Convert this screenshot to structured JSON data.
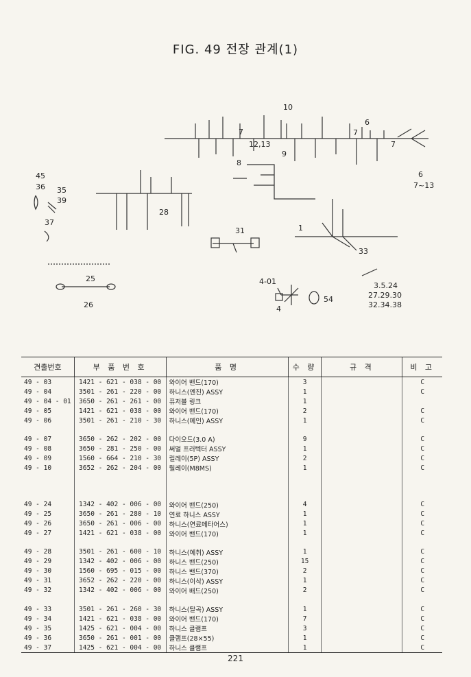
{
  "title": "FIG. 49 전장 관계(1)",
  "diagram_labels": [
    "10",
    "7",
    "6",
    "7",
    "7",
    "12,13",
    "9",
    "45",
    "36",
    "35",
    "39",
    "8",
    "28",
    "37",
    "31",
    "1",
    "33",
    "6",
    "7~13",
    "25",
    "26",
    "4-01",
    "4",
    "54",
    "3.5.24",
    "27.29.30",
    "32.34.38"
  ],
  "table": {
    "headers": {
      "no": "견출번호",
      "part": "부 품 번 호",
      "name": "품 명",
      "qty": "수 량",
      "spec": "규 격",
      "note": "비 고"
    },
    "rows": [
      {
        "no": "49 - 03",
        "part": "1421 - 621 - 038 - 00",
        "name": "와이어 밴드(170)",
        "qty": "3",
        "note": "C"
      },
      {
        "no": "49 - 04",
        "part": "3501 - 261 - 220 - 00",
        "name": "하니스(엔진) ASSY",
        "qty": "1",
        "note": "C"
      },
      {
        "no": "49 - 04 - 01",
        "part": "3650 - 261 - 261 - 00",
        "name": "퓨저블 링크",
        "qty": "1",
        "note": ""
      },
      {
        "no": "49 - 05",
        "part": "1421 - 621 - 038 - 00",
        "name": "와이어 밴드(170)",
        "qty": "2",
        "note": "C"
      },
      {
        "no": "49 - 06",
        "part": "3501 - 261 - 210 - 30",
        "name": "하니스(메인) ASSY",
        "qty": "1",
        "note": "C"
      },
      {
        "gap": true
      },
      {
        "no": "49 - 07",
        "part": "3650 - 262 - 202 - 00",
        "name": "다이오드(3.0 A)",
        "qty": "9",
        "note": "C"
      },
      {
        "no": "49 - 08",
        "part": "3650 - 281 - 250 - 00",
        "name": "써멀 프러텍터 ASSY",
        "qty": "1",
        "note": "C"
      },
      {
        "no": "49 - 09",
        "part": "1560 - 664 - 210 - 30",
        "name": "릴레이(5P) ASSY",
        "qty": "2",
        "note": "C"
      },
      {
        "no": "49 - 10",
        "part": "3652 - 262 - 204 - 00",
        "name": "릴레이(M8MS)",
        "qty": "1",
        "note": "C"
      },
      {
        "gap": true
      },
      {
        "gap": true
      },
      {
        "gap": true
      },
      {
        "no": "49 - 24",
        "part": "1342 - 402 - 006 - 00",
        "name": "와이어 밴드(250)",
        "qty": "4",
        "note": "C"
      },
      {
        "no": "49 - 25",
        "part": "3650 - 261 - 280 - 10",
        "name": "연료 하니스 ASSY",
        "qty": "1",
        "note": "C"
      },
      {
        "no": "49 - 26",
        "part": "3650 - 261 - 006 - 00",
        "name": "하니스(연료메타어스)",
        "qty": "1",
        "note": "C"
      },
      {
        "no": "49 - 27",
        "part": "1421 - 621 - 038 - 00",
        "name": "와이어 밴드(170)",
        "qty": "1",
        "note": "C"
      },
      {
        "gap": true
      },
      {
        "no": "49 - 28",
        "part": "3501 - 261 - 600 - 10",
        "name": "하니스(예취) ASSY",
        "qty": "1",
        "note": "C"
      },
      {
        "no": "49 - 29",
        "part": "1342 - 402 - 006 - 00",
        "name": "하니스 밴드(250)",
        "qty": "15",
        "note": "C"
      },
      {
        "no": "49 - 30",
        "part": "1560 - 695 - 015 - 00",
        "name": "하니스 밴드(370)",
        "qty": "2",
        "note": "C"
      },
      {
        "no": "49 - 31",
        "part": "3652 - 262 - 220 - 00",
        "name": "하니스(이삭) ASSY",
        "qty": "1",
        "note": "C"
      },
      {
        "no": "49 - 32",
        "part": "1342 - 402 - 006 - 00",
        "name": "와이어 배드(250)",
        "qty": "2",
        "note": "C"
      },
      {
        "gap": true
      },
      {
        "no": "49 - 33",
        "part": "3501 - 261 - 260 - 30",
        "name": "하니스(탈곡) ASSY",
        "qty": "1",
        "note": "C"
      },
      {
        "no": "49 - 34",
        "part": "1421 - 621 - 038 - 00",
        "name": "와이어 밴드(170)",
        "qty": "7",
        "note": "C"
      },
      {
        "no": "49 - 35",
        "part": "1425 - 621 - 004 - 00",
        "name": "하니스 클램프",
        "qty": "3",
        "note": "C"
      },
      {
        "no": "49 - 36",
        "part": "3650 - 261 - 001 - 00",
        "name": "클램프(28×55)",
        "qty": "1",
        "note": "C"
      },
      {
        "no": "49 - 37",
        "part": "1425 - 621 - 004 - 00",
        "name": "하니스 클램프",
        "qty": "1",
        "note": "C"
      }
    ]
  },
  "page_number": "221"
}
